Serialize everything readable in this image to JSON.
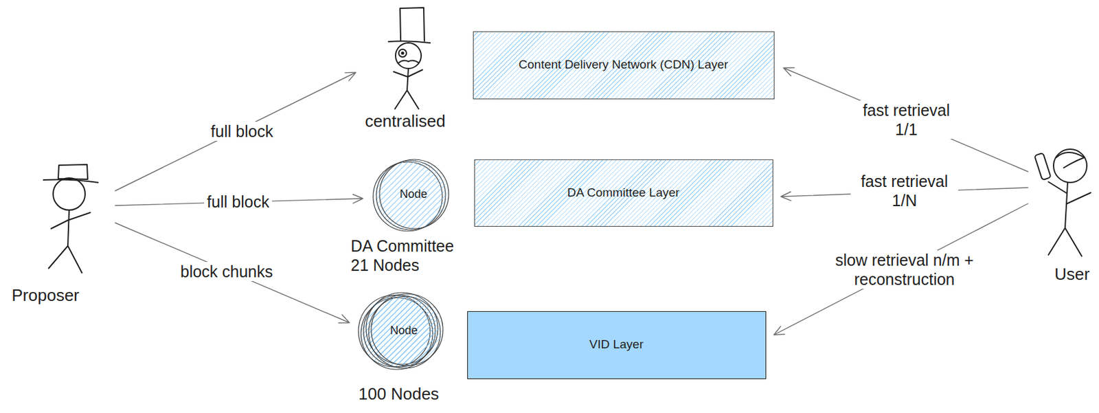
{
  "diagram": {
    "nodes": [
      {
        "text": [
          "Proposer"
        ]
      },
      {
        "text": [
          "centralised"
        ]
      },
      {
        "text": [
          "Content Delivery Network (CDN) Layer"
        ]
      },
      {
        "text": [
          "Node",
          "DA Committee 21 Nodes"
        ]
      },
      {
        "text": [
          "DA Committee Layer"
        ]
      },
      {
        "text": [
          "Node",
          "100 Nodes"
        ]
      },
      {
        "text": [
          "VID Layer"
        ]
      },
      {
        "text": [
          "User"
        ]
      }
    ],
    "edges": [
      {
        "from": 0,
        "to": 1,
        "label": "full block",
        "arrow": "to"
      },
      {
        "from": 0,
        "to": 3,
        "label": "full block",
        "arrow": "to"
      },
      {
        "from": 0,
        "to": 5,
        "label": "block chunks",
        "arrow": "to"
      },
      {
        "from": 7,
        "to": 2,
        "label": "fast retrieval 1/1",
        "arrow": "to"
      },
      {
        "from": 7,
        "to": 4,
        "label": "fast retrieval 1/N",
        "arrow": "to"
      },
      {
        "from": 7,
        "to": 6,
        "label": "slow retrieval n/m + reconstruction",
        "arrow": "to"
      }
    ]
  }
}
